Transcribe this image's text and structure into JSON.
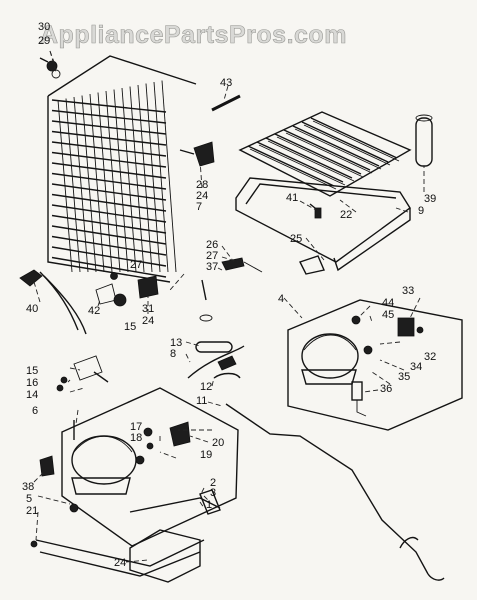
{
  "watermark": "AppliancePartsPros.com",
  "callouts": [
    {
      "id": "c30",
      "text": "30"
    },
    {
      "id": "c29",
      "text": "29"
    },
    {
      "id": "c43",
      "text": "43"
    },
    {
      "id": "c28",
      "text": "28"
    },
    {
      "id": "c24a",
      "text": "24"
    },
    {
      "id": "c7",
      "text": "7"
    },
    {
      "id": "c39",
      "text": "39"
    },
    {
      "id": "c41",
      "text": "41"
    },
    {
      "id": "c22",
      "text": "22"
    },
    {
      "id": "c9",
      "text": "9"
    },
    {
      "id": "c25",
      "text": "25"
    },
    {
      "id": "c26",
      "text": "26"
    },
    {
      "id": "c27a",
      "text": "27"
    },
    {
      "id": "c37",
      "text": "37"
    },
    {
      "id": "c27b",
      "text": "27"
    },
    {
      "id": "c31",
      "text": "31"
    },
    {
      "id": "c24b",
      "text": "24"
    },
    {
      "id": "c40",
      "text": "40"
    },
    {
      "id": "c42",
      "text": "42"
    },
    {
      "id": "c15a",
      "text": "15"
    },
    {
      "id": "c4",
      "text": "4"
    },
    {
      "id": "c33",
      "text": "33"
    },
    {
      "id": "c44",
      "text": "44"
    },
    {
      "id": "c45",
      "text": "45"
    },
    {
      "id": "c32",
      "text": "32"
    },
    {
      "id": "c34",
      "text": "34"
    },
    {
      "id": "c35",
      "text": "35"
    },
    {
      "id": "c36",
      "text": "36"
    },
    {
      "id": "c13",
      "text": "13"
    },
    {
      "id": "c8",
      "text": "8"
    },
    {
      "id": "c15b",
      "text": "15"
    },
    {
      "id": "c16",
      "text": "16"
    },
    {
      "id": "c14",
      "text": "14"
    },
    {
      "id": "c12",
      "text": "12"
    },
    {
      "id": "c11",
      "text": "11"
    },
    {
      "id": "c6",
      "text": "6"
    },
    {
      "id": "c17",
      "text": "17"
    },
    {
      "id": "c18",
      "text": "18"
    },
    {
      "id": "c20",
      "text": "20"
    },
    {
      "id": "c19",
      "text": "19"
    },
    {
      "id": "c2",
      "text": "2"
    },
    {
      "id": "c3",
      "text": "3"
    },
    {
      "id": "c1",
      "text": "1"
    },
    {
      "id": "c38",
      "text": "38"
    },
    {
      "id": "c5",
      "text": "5"
    },
    {
      "id": "c21",
      "text": "21"
    },
    {
      "id": "c24c",
      "text": "24"
    }
  ]
}
